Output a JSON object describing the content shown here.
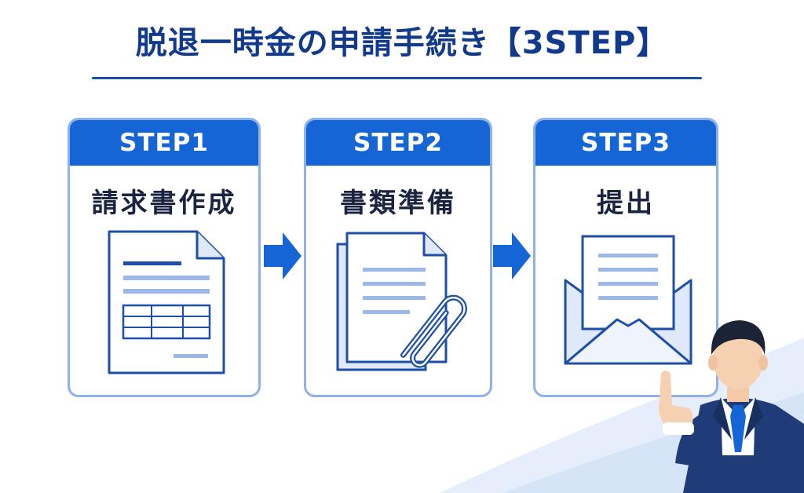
{
  "title": "脱退一時金の申請手続き【3STEP】",
  "steps": [
    {
      "step": "STEP1",
      "label": "請求書作成",
      "icon": "invoice-form-icon"
    },
    {
      "step": "STEP2",
      "label": "書類準備",
      "icon": "documents-paperclip-icon"
    },
    {
      "step": "STEP3",
      "label": "提出",
      "icon": "envelope-letter-icon"
    }
  ],
  "colors": {
    "title": "#123a8c",
    "header": "#1565d6",
    "border": "#8fb0e8",
    "icon_line": "#1e4fa8",
    "icon_fill": "#dfe9fb",
    "arrow": "#1565d6"
  }
}
